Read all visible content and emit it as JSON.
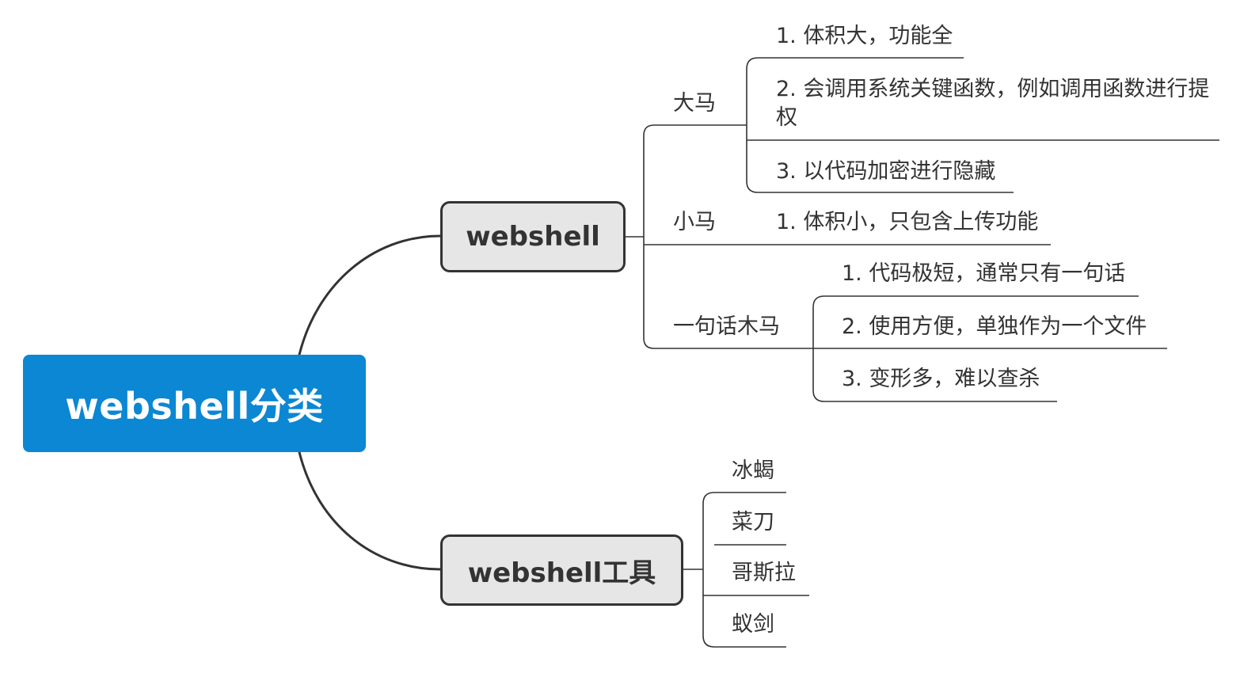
{
  "root": {
    "label": "webshell分类",
    "color": "#0b87d3"
  },
  "branches": [
    {
      "label": "webshell",
      "children": [
        {
          "label": "大马",
          "points": [
            "1. 体积大，功能全",
            "2. 会调用系统关键函数，例如调用函数进行提权",
            "3. 以代码加密进行隐藏"
          ]
        },
        {
          "label": "小马",
          "points": [
            "1. 体积小，只包含上传功能"
          ]
        },
        {
          "label": "一句话木马",
          "points": [
            "1. 代码极短，通常只有一句话",
            "2. 使用方便，单独作为一个文件",
            "3. 变形多，难以查杀"
          ]
        }
      ]
    },
    {
      "label": "webshell工具",
      "children": [
        {
          "label": "冰蝎"
        },
        {
          "label": "菜刀"
        },
        {
          "label": "哥斯拉"
        },
        {
          "label": "蚁剑"
        }
      ]
    }
  ]
}
